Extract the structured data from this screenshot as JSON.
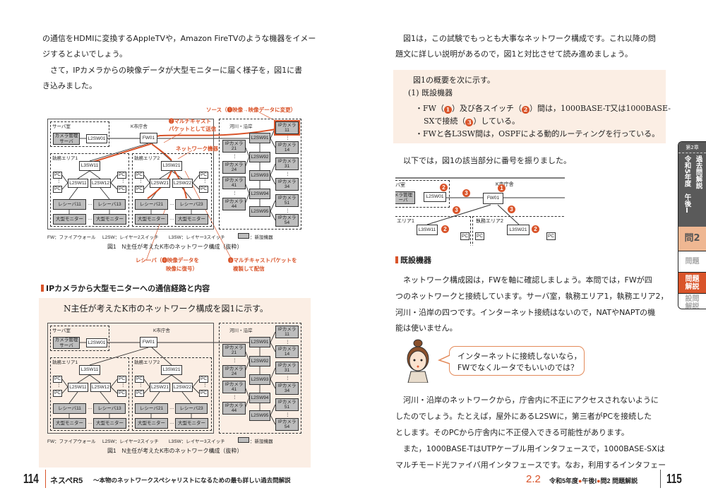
{
  "left_page": {
    "lines": [
      "の通信をHDMIに変換するAppleTVや，Amazon FireTVのような機器をイメー",
      "ジするとよいでしょう。",
      "　さて，IPカメラからの映像データが大型モニターに届く様子を，図1に書",
      "き込みました。"
    ],
    "section_heading": "IPカメラから大型モニターへの通信経路と内容",
    "quote_text": "N主任が考えたK市のネットワーク構成を図1に示す。",
    "annotations": {
      "source": "ソース（❶映像→映像データに変更）",
      "multicast_send_1": "❷マルチキャスト",
      "multicast_send_2": "パケットとして送信",
      "network_device": "ネットワーク機器",
      "receiver_1": "レシーバ（❹映像データを",
      "receiver_2": "映像に復号）",
      "multicast_copy_1": "❸マルチキャストパケットを",
      "multicast_copy_2": "複製して配信"
    }
  },
  "diagram": {
    "server_room": "サーバ室",
    "k_city_hall": "K市庁舎",
    "camera_server": "カメラ管理\nサーバ",
    "l2sw01": "L2SW01",
    "fw01": "FW01",
    "area1": "執務エリア1",
    "area2": "執務エリア2",
    "l3sw11": "L3SW11",
    "l3sw21": "L3SW21",
    "l2sw11": "L2SW11",
    "l2sw12": "L2SW12",
    "l2sw21": "L2SW21",
    "l2sw22": "L2SW22",
    "pc": "PC",
    "vdots": "⋮",
    "hdots": "…",
    "receiver11": "レシーバ11",
    "receiver13": "レシーバ13",
    "receiver21": "レシーバ21",
    "receiver23": "レシーバ23",
    "monitor": "大型モニター",
    "river": "河川・沿岸",
    "l2sw91": "L2SW91",
    "l2sw92": "L2SW92",
    "l2sw93": "L2SW93",
    "l2sw94": "L2SW94",
    "l2sw95": "L2SW95",
    "camera_label": "IPカメラ",
    "cameras": {
      "c11": "11",
      "c14": "14",
      "c21": "21",
      "c24": "24",
      "c31": "31",
      "c34": "34",
      "c41": "41",
      "c44": "44",
      "c51": "51",
      "c54": "54"
    },
    "legend_fw": "FW：ファイアウォール",
    "legend_l2": "L2SW：レイヤー2スイッチ",
    "legend_l3": "L3SW：レイヤー3スイッチ",
    "legend_new": "：新設機器",
    "caption": "図1　N主任が考えたK市のネットワーク構成（抜粋）"
  },
  "right_page": {
    "intro_lines": [
      "　図1は，この試験でもっとも大事なネットワーク構成です。これ以降の問",
      "題文に詳しい説明があるので，図1と対比させて読み進めましょう。"
    ],
    "quote": {
      "line1": "図1の概要を次に示す。",
      "line2": "(1) 既設機器",
      "bullet1a_pre": "・FW（",
      "bullet1a_mid1": "）及び各スイッチ（",
      "bullet1a_mid2": "）間は，1000BASE-T又は1000BASE-",
      "bullet1b_pre": "SXで接続（",
      "bullet1b_post": "）している。",
      "bullet2": "・FWと各L3SW間は，OSPFによる動的ルーティングを行っている。",
      "n1": "1",
      "n2": "2",
      "n3": "3"
    },
    "numbered_intro": "　以下では，図1の該当部分に番号を振りました。",
    "partial": {
      "server_room": "バ室",
      "camera_server": "メラ管理\nーバ",
      "l2sw01": "L2SW01",
      "k_city_hall": "K市庁舎",
      "fw01": "FW01",
      "area1": "エリア1",
      "area2": "執務エリア2",
      "l3sw11": "L3SW11",
      "l3sw21": "L3SW21",
      "pc": "PC"
    },
    "section_heading": "既設機器",
    "para1": [
      "　ネットワーク構成図は，FWを軸に確認しましょう。本問では，FWが四",
      "つのネットワークと接続しています。サーバ室，執務エリア1，執務エリア2，",
      "河川・沿岸の四つです。インターネット接続はないので，NATやNAPTの機",
      "能は使いません。"
    ],
    "speech": [
      "インターネットに接続しないなら，",
      "FWでなくルータでもいいのでは？"
    ],
    "para2": [
      "　河川・沿岸のネットワークから，庁舎内に不正にアクセスされないように",
      "したのでしょう。たとえば，屋外にあるL2SWに，第三者がPCを接続した",
      "とします。そのPCから庁舎内に不正侵入できる可能性があります。",
      "　また，1000BASE-TはUTPケーブル用インタフェースで，1000BASE-SXは",
      "マルチモード光ファイバ用インタフェースです。なお，利用するインタフェー"
    ]
  },
  "footer": {
    "left_page_number": "114",
    "book_logo": "ネスペR5",
    "book_subtitle": "〜本物のネットワークスペシャリストになるための最も詳しい過去問解説",
    "section_number": "2.2",
    "section_title_a": "令和5年度",
    "section_title_b": "午後Ⅰ",
    "section_title_c": "問2",
    "section_title_d": "問題解説",
    "right_page_number": "115"
  },
  "side_tab": {
    "chapter": "第2章",
    "chapter_title": "過去問解説",
    "year": "令和5年度",
    "session": "午後Ⅰ",
    "question": "問2",
    "problem": "問題",
    "explanation": "問題解説",
    "sub_explanation": "設問解説"
  },
  "colors": {
    "accent": "#d9542a",
    "peach": "#fbeee4",
    "new_equipment": "#bdbdbd",
    "tab_dark": "#555555"
  }
}
